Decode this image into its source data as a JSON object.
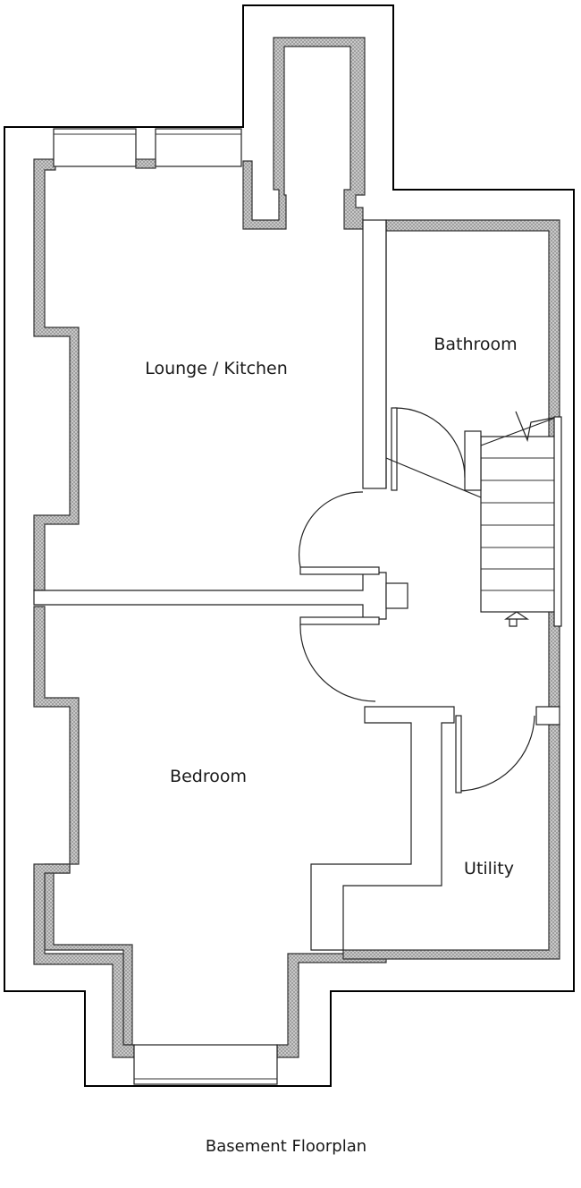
{
  "rooms": {
    "lounge_kitchen": "Lounge / Kitchen",
    "bathroom": "Bathroom",
    "bedroom": "Bedroom",
    "utility": "Utility"
  },
  "caption": "Basement Floorplan",
  "colors": {
    "line": "#000000",
    "wall_hatch": "#bdbdbd",
    "background": "#ffffff"
  }
}
